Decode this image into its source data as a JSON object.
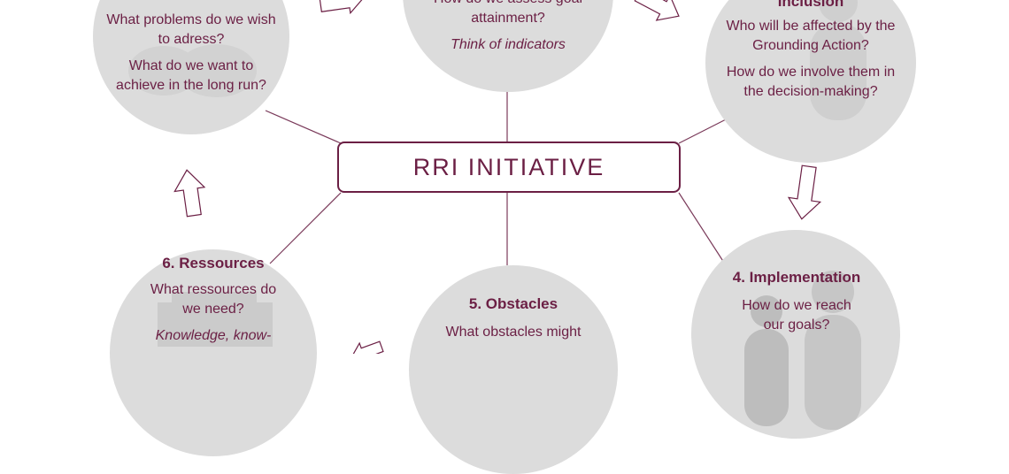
{
  "center": {
    "label": "RRI INITIATIVE"
  },
  "nodes": {
    "goals": {
      "q1": "What problems do we wish to adress?",
      "q2": "What do we want to achieve in the long run?"
    },
    "evaluation": {
      "q1": "How do we assess goal attainment?",
      "hint": "Think of indicators"
    },
    "inclusion": {
      "title": "Inclusion",
      "q1": "Who will be affected by the Grounding Action?",
      "q2": "How do we involve them in the decision-making?"
    },
    "implementation": {
      "title": "4. Implementation",
      "q1": "How do we reach our goals?"
    },
    "obstacles": {
      "title": "5. Obstacles",
      "q1": "What obstacles might"
    },
    "resources": {
      "title": "6. Ressources",
      "q1": "What ressources do we need?",
      "hint": "Knowledge, know-"
    }
  },
  "colors": {
    "accent": "#6b1f44",
    "circle_fill": "#dcdcdc",
    "line": "#7a3a5a"
  }
}
